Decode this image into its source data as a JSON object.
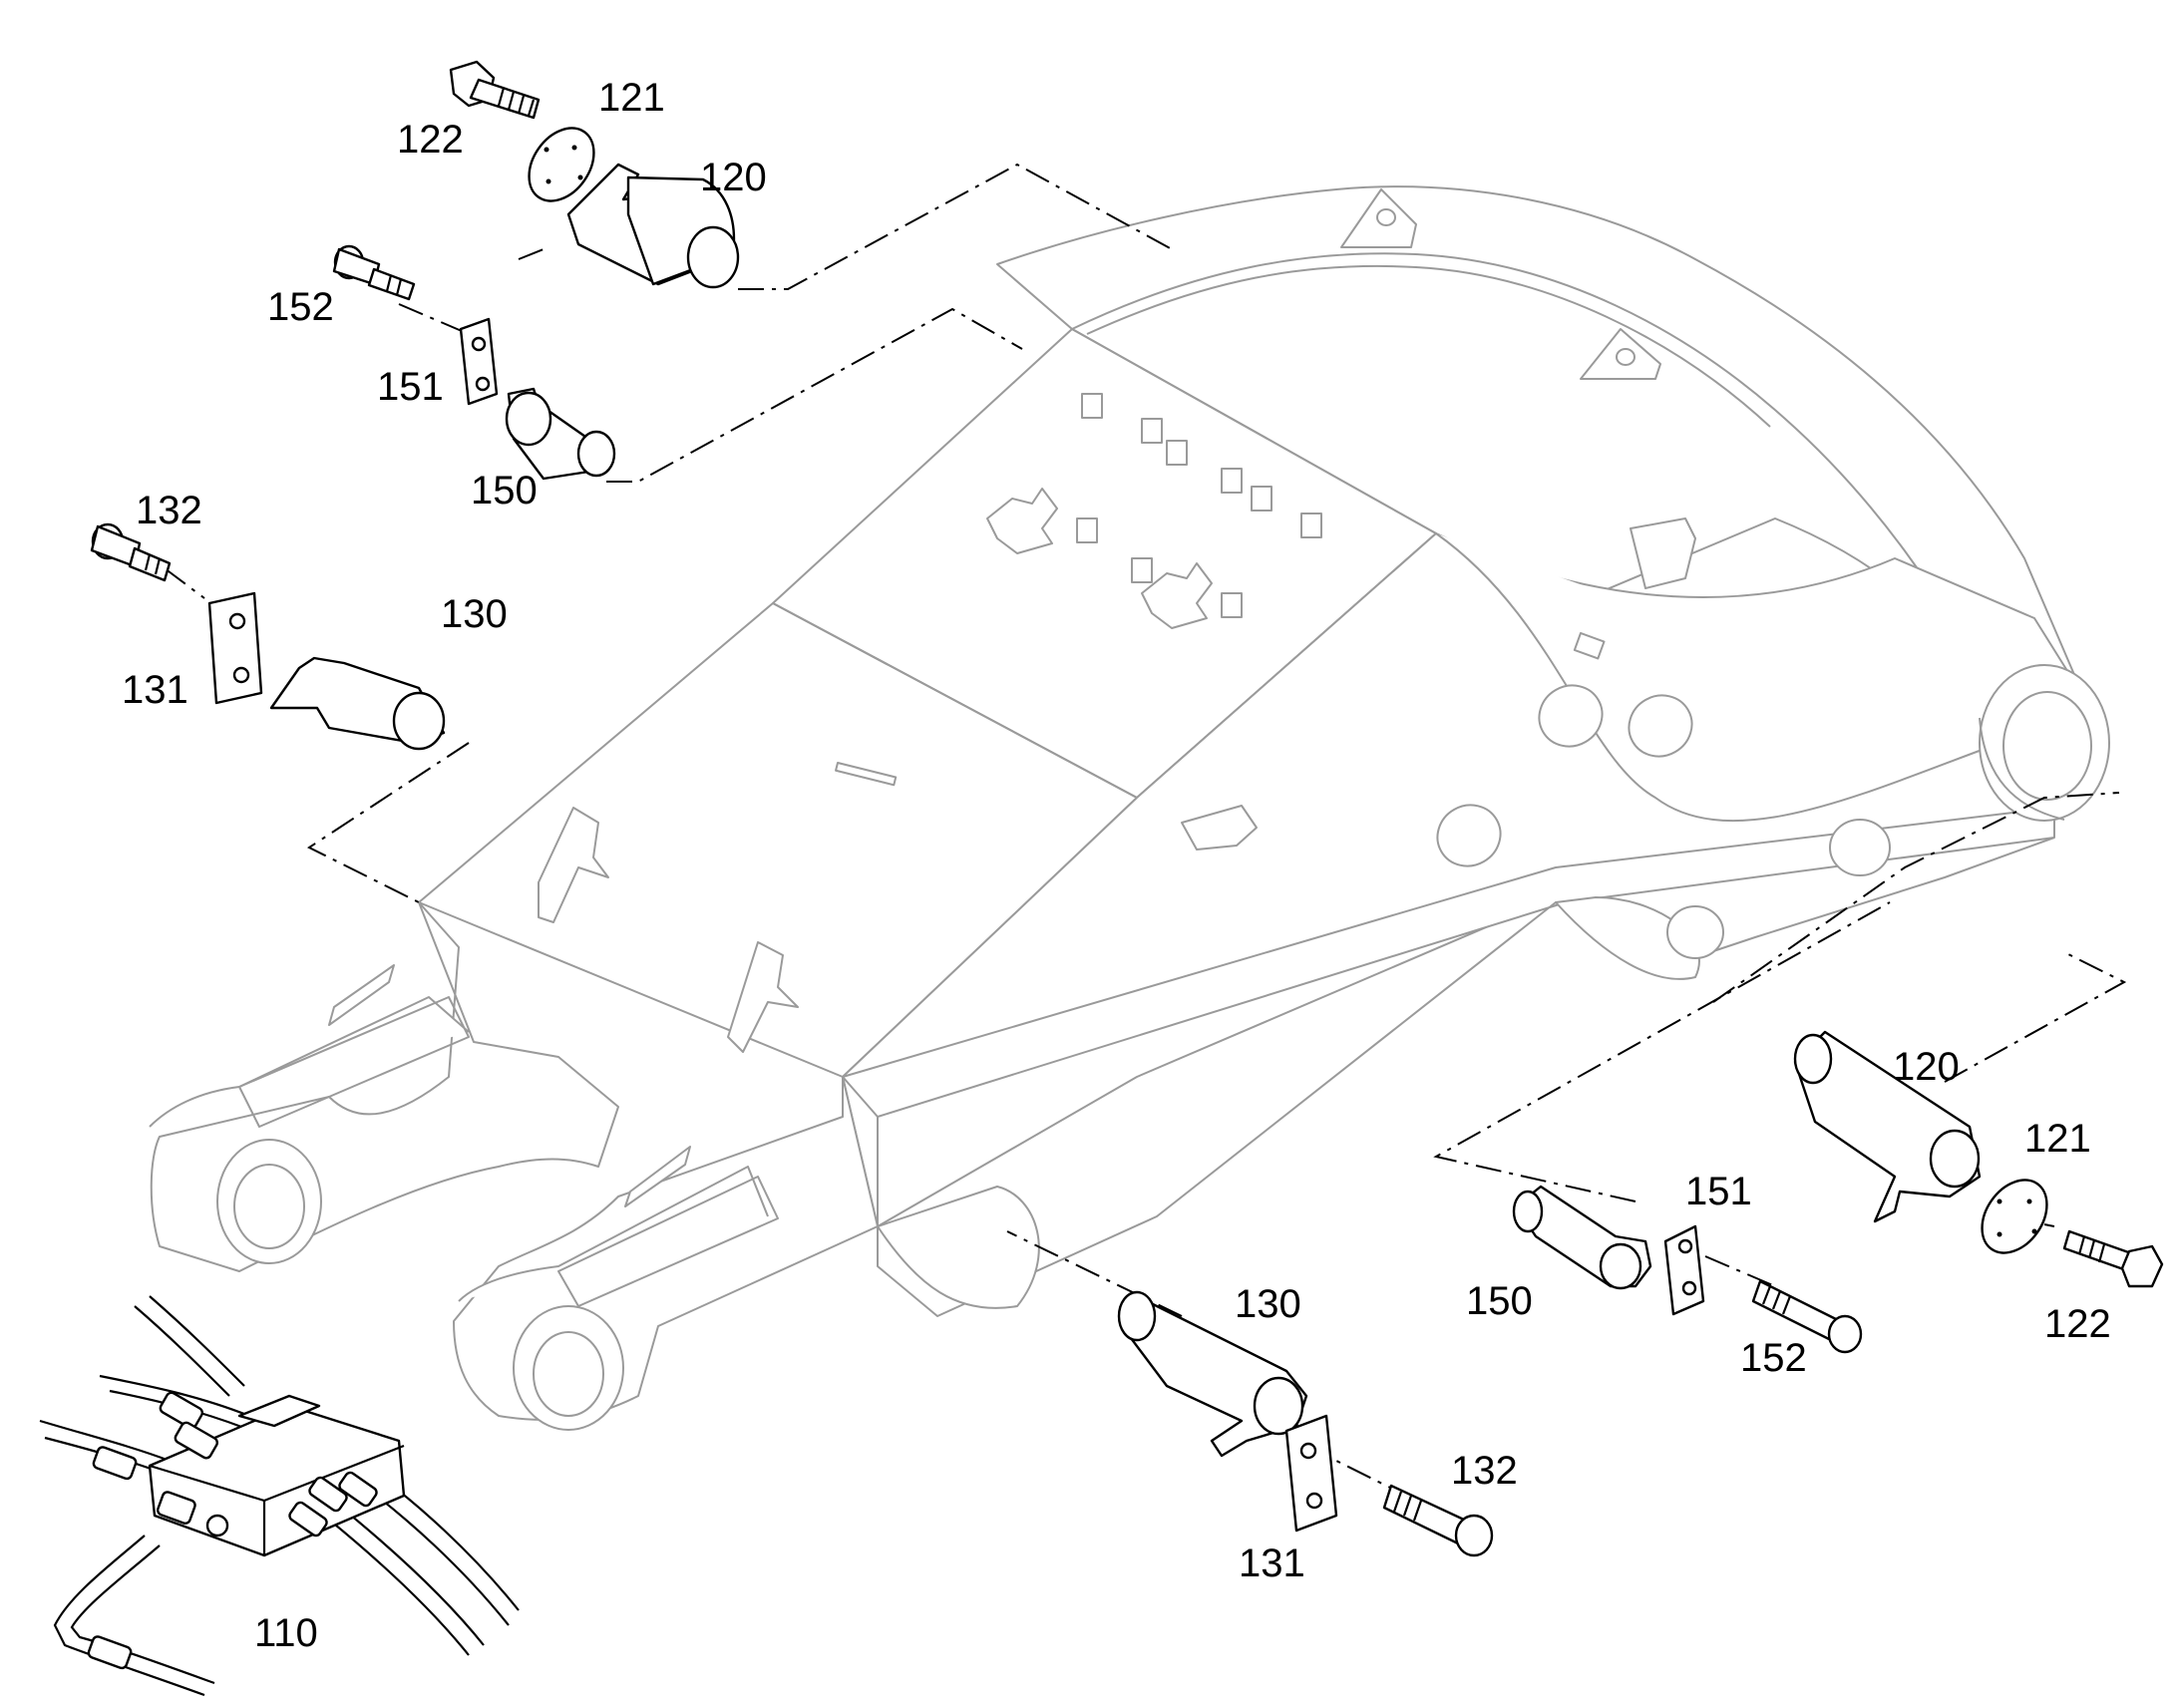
{
  "callouts": {
    "c110": "110",
    "c120_top": "120",
    "c121_top": "121",
    "c122_top": "122",
    "c130_top": "130",
    "c131_top": "131",
    "c132_top": "132",
    "c150_top": "150",
    "c151_top": "151",
    "c152_top": "152",
    "c120_bottom": "120",
    "c121_bottom": "121",
    "c122_bottom": "122",
    "c130_bottom": "130",
    "c131_bottom": "131",
    "c132_bottom": "132",
    "c150_bottom": "150",
    "c151_bottom": "151",
    "c152_bottom": "152"
  },
  "colors": {
    "boom_outline": "#9a9a9a",
    "part_outline": "#000000",
    "background": "#ffffff"
  },
  "parts": [
    {
      "id": "110",
      "icon": "control-valve-block-icon"
    },
    {
      "id": "120",
      "icon": "pin-with-flange-icon"
    },
    {
      "id": "121",
      "icon": "shim-plate-icon"
    },
    {
      "id": "122",
      "icon": "hex-bolt-icon"
    },
    {
      "id": "130",
      "icon": "pin-with-flange-icon"
    },
    {
      "id": "131",
      "icon": "lock-plate-icon"
    },
    {
      "id": "132",
      "icon": "socket-bolt-icon"
    },
    {
      "id": "150",
      "icon": "pin-icon"
    },
    {
      "id": "151",
      "icon": "lock-plate-icon"
    },
    {
      "id": "152",
      "icon": "socket-bolt-icon"
    }
  ]
}
